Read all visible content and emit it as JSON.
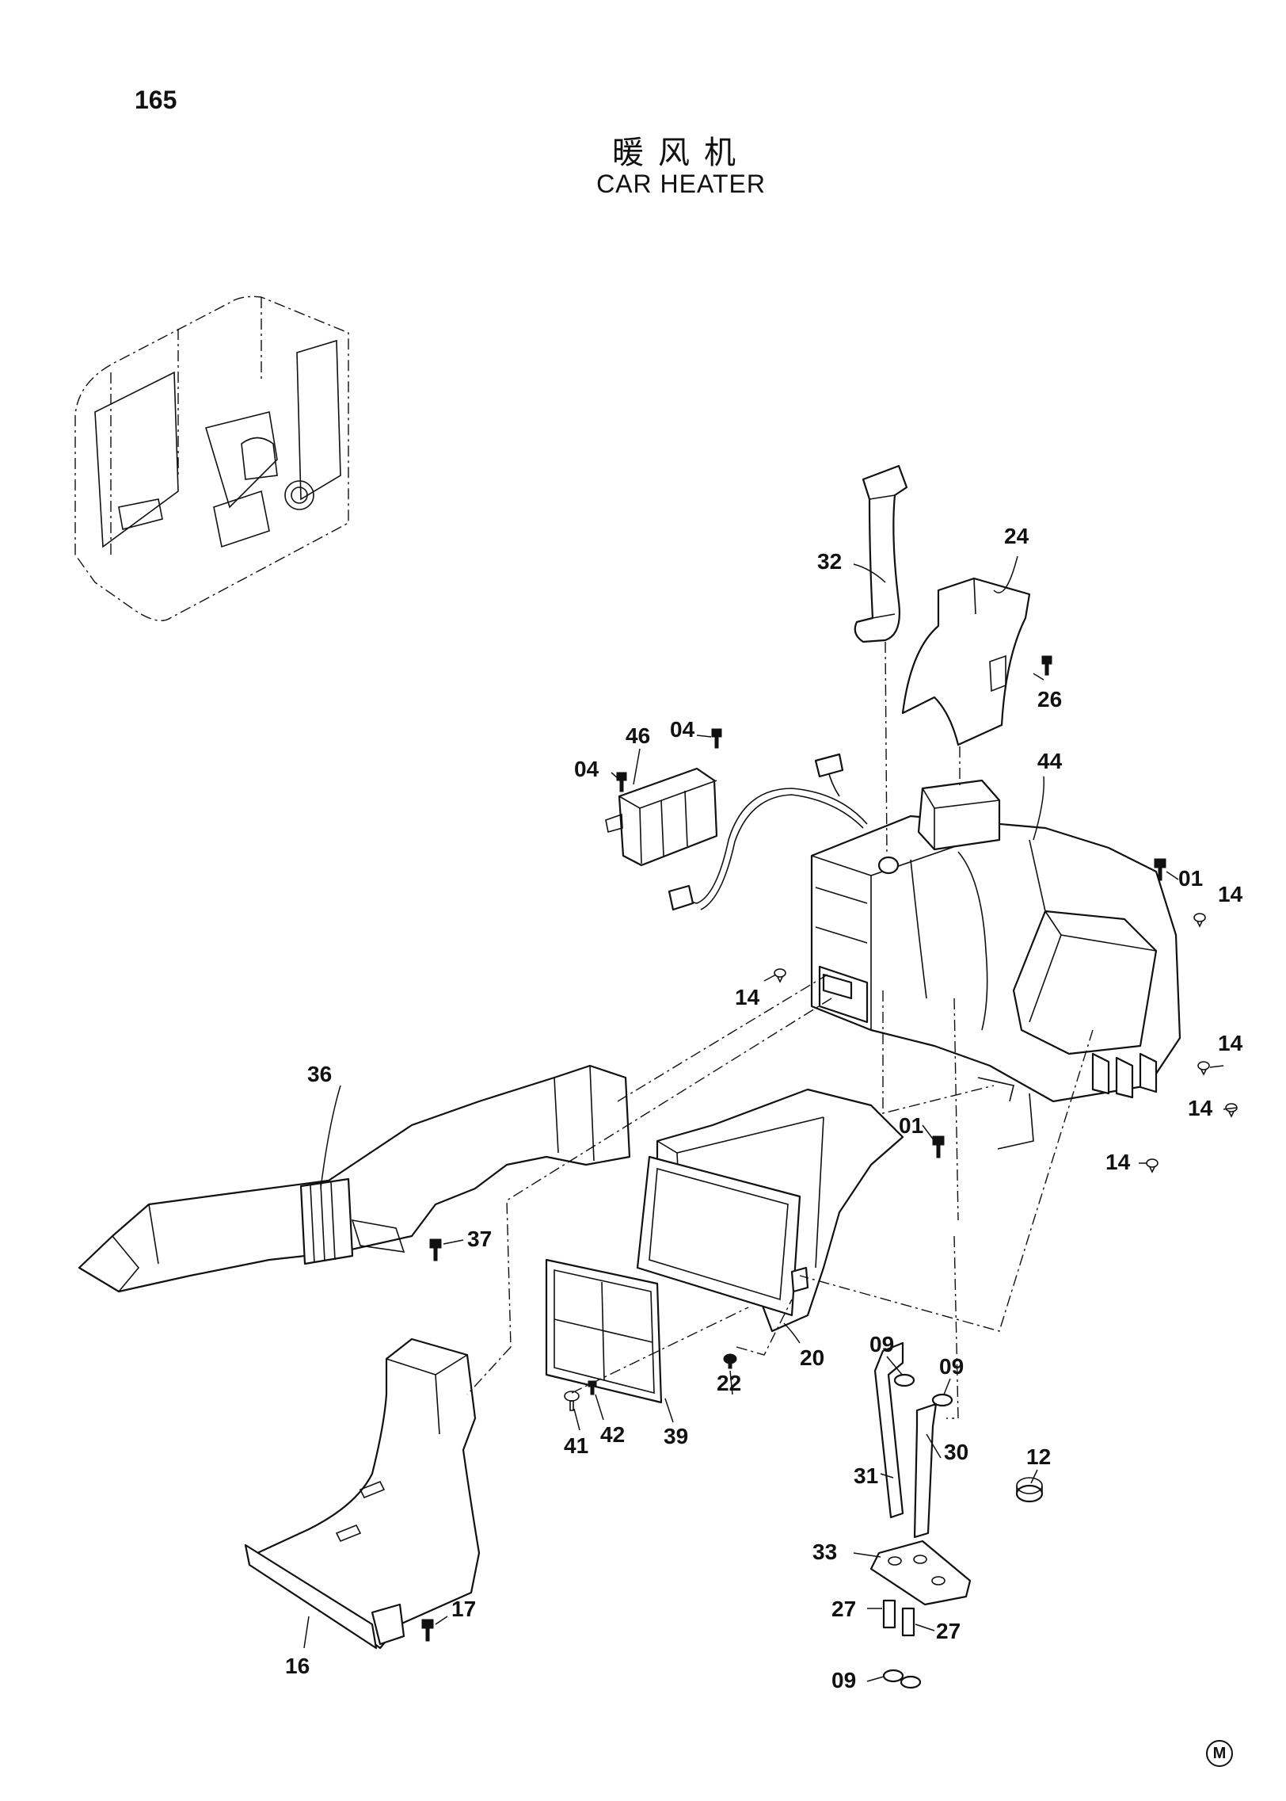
{
  "page_number": "165",
  "title_cn": "暖风机",
  "title_en": "CAR HEATER",
  "mark": "M",
  "callouts": [
    {
      "id": "c32",
      "label": "32"
    },
    {
      "id": "c24",
      "label": "24"
    },
    {
      "id": "c26",
      "label": "26"
    },
    {
      "id": "c46",
      "label": "46"
    },
    {
      "id": "c04a",
      "label": "04"
    },
    {
      "id": "c04b",
      "label": "04"
    },
    {
      "id": "c44",
      "label": "44"
    },
    {
      "id": "c01a",
      "label": "01"
    },
    {
      "id": "c14a",
      "label": "14"
    },
    {
      "id": "c14b",
      "label": "14"
    },
    {
      "id": "c14c",
      "label": "14"
    },
    {
      "id": "c14d",
      "label": "14"
    },
    {
      "id": "c14e",
      "label": "14"
    },
    {
      "id": "c01b",
      "label": "01"
    },
    {
      "id": "c36",
      "label": "36"
    },
    {
      "id": "c37",
      "label": "37"
    },
    {
      "id": "c20",
      "label": "20"
    },
    {
      "id": "c22",
      "label": "22"
    },
    {
      "id": "c39",
      "label": "39"
    },
    {
      "id": "c42",
      "label": "42"
    },
    {
      "id": "c41",
      "label": "41"
    },
    {
      "id": "c09a",
      "label": "09"
    },
    {
      "id": "c09b",
      "label": "09"
    },
    {
      "id": "c31",
      "label": "31"
    },
    {
      "id": "c30",
      "label": "30"
    },
    {
      "id": "c12",
      "label": "12"
    },
    {
      "id": "c33",
      "label": "33"
    },
    {
      "id": "c27a",
      "label": "27"
    },
    {
      "id": "c27b",
      "label": "27"
    },
    {
      "id": "c09c",
      "label": "09"
    },
    {
      "id": "c17",
      "label": "17"
    },
    {
      "id": "c16",
      "label": "16"
    }
  ]
}
